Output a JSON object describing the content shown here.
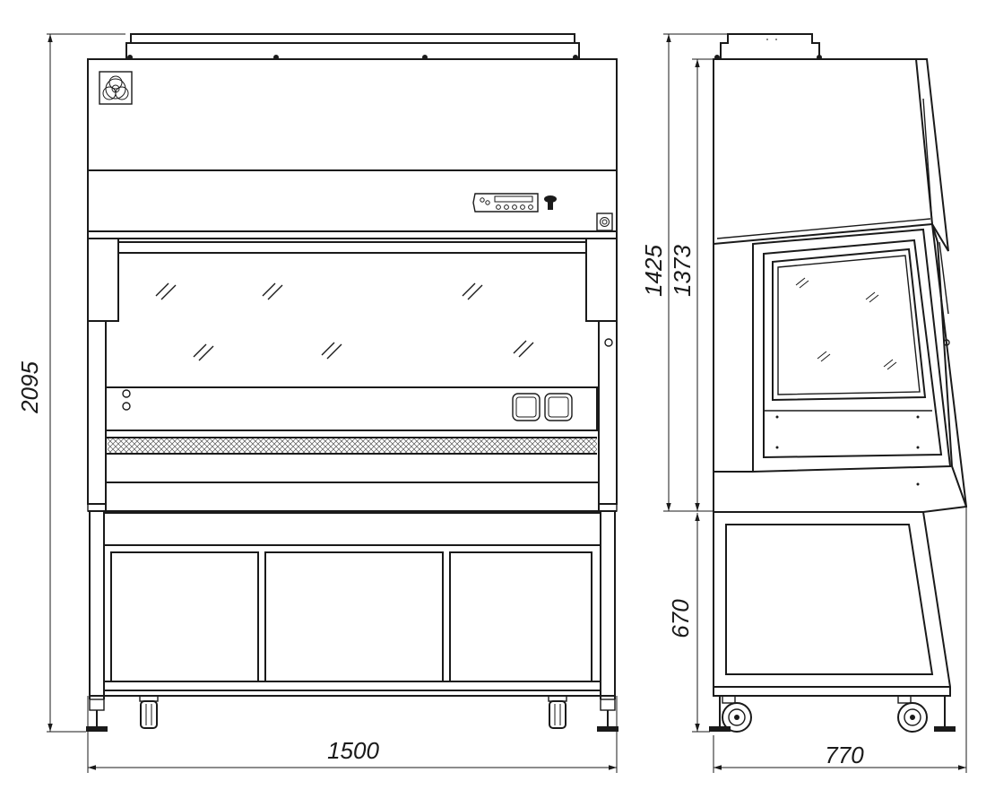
{
  "dimensions": {
    "overall_height": "2095",
    "front_width": "1500",
    "side_depth": "770",
    "cabinet_height": "1425",
    "inner_height": "1373",
    "stand_height": "670"
  },
  "icons": {
    "hazard_symbol": "biohazard-icon"
  },
  "colors": {
    "line": "#1a1a1a",
    "background": "#ffffff"
  }
}
